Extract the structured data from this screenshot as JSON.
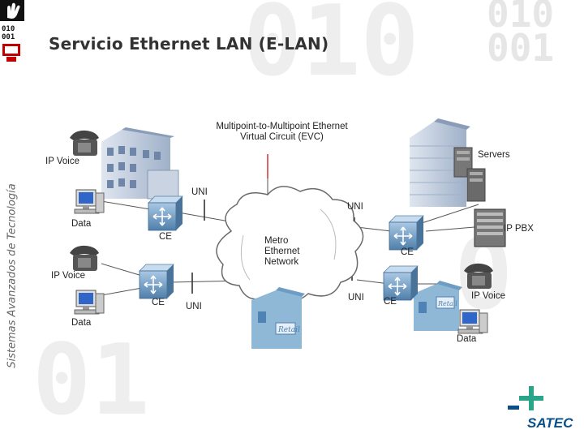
{
  "title": "Servicio Ethernet LAN (E-LAN)",
  "sidebar_text": "Sistemas Avanzados de Tecnología",
  "evc_label": "Multipoint-to-Multipoint Ethernet Virtual Circuit (EVC)",
  "network_label": "Metro Ethernet Network",
  "labels": {
    "ip_voice": "IP Voice",
    "data": "Data",
    "ce": "CE",
    "uni": "UNI",
    "servers": "Servers",
    "ip_pbx": "IP PBX"
  },
  "logo": {
    "text": "SATEC"
  },
  "colors": {
    "switch": "#6d9dc5",
    "cloud": "#ffffff",
    "line": "#555555",
    "logo": "#0a4f8a",
    "accent": "#c00000"
  }
}
